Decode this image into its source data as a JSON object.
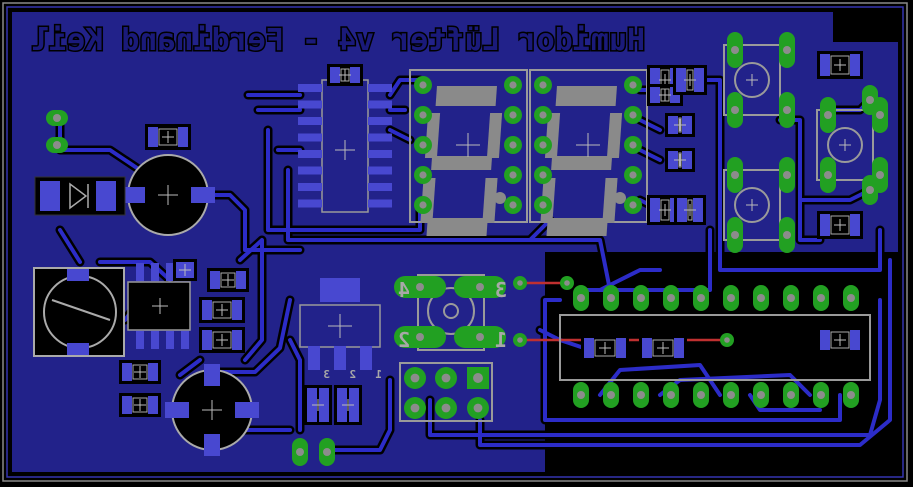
{
  "board": {
    "title_text": "Humidor Lüfter v4 - Ferdinand Keil",
    "title_mirrored": true,
    "colors": {
      "background": "#000000",
      "copper_pour": "#22228a",
      "trace": "#2c2cc8",
      "smd_pad": "#4848d0",
      "thru_pad": "#22a022",
      "silk": "#9a9a9a",
      "airwire": "#c03030"
    }
  },
  "buttons": {
    "pin1": "1",
    "pin2": "2",
    "pin3": "3",
    "pin4": "4"
  },
  "regulator": {
    "pin1": "1",
    "pin2": "2",
    "pin3": "3"
  }
}
